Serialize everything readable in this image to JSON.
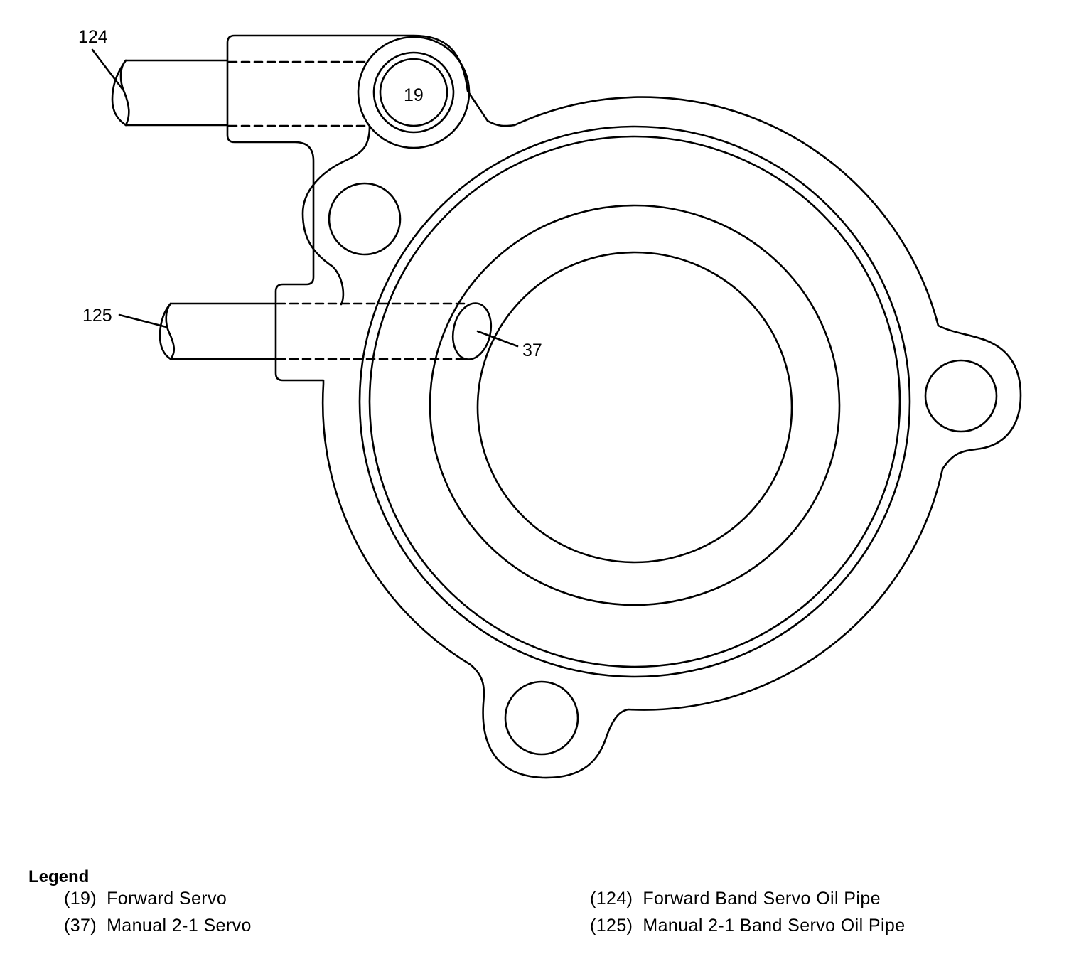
{
  "callouts": {
    "c19": "19",
    "c37": "37",
    "c124": "124",
    "c125": "125"
  },
  "legend": {
    "title": "Legend",
    "items": [
      {
        "num": "(19)",
        "text": "Forward Servo"
      },
      {
        "num": "(37)",
        "text": "Manual 2-1 Servo"
      },
      {
        "num": "(124)",
        "text": "Forward Band Servo Oil Pipe"
      },
      {
        "num": "(125)",
        "text": "Manual 2-1 Band Servo Oil Pipe"
      }
    ]
  },
  "colors": {
    "line": "#000000",
    "background": "#ffffff"
  }
}
